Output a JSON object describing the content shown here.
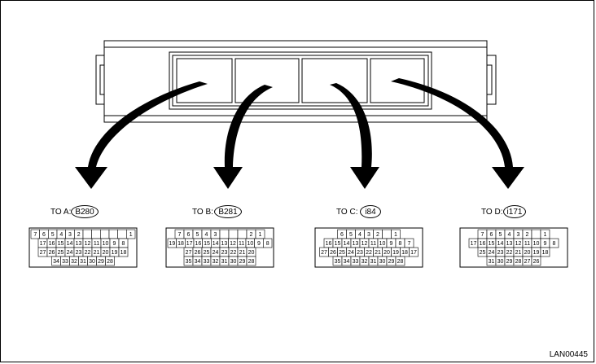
{
  "figure_id": "LAN00445",
  "connectors": [
    {
      "label": "TO A:",
      "code": "B280",
      "rows": [
        [
          "7",
          "6",
          "5",
          "4",
          "3",
          "2",
          "",
          "",
          "",
          "",
          "",
          "1"
        ],
        [
          "17",
          "16",
          "15",
          "14",
          "13",
          "12",
          "11",
          "10",
          "9",
          "8"
        ],
        [
          "27",
          "26",
          "25",
          "24",
          "23",
          "22",
          "21",
          "20",
          "19",
          "18"
        ],
        [
          "34",
          "33",
          "32",
          "31",
          "30",
          "29",
          "28"
        ]
      ]
    },
    {
      "label": "TO B:",
      "code": "B281",
      "rows": [
        [
          "7",
          "6",
          "5",
          "4",
          "3",
          "",
          "",
          "",
          "2",
          "1"
        ],
        [
          "19",
          "18",
          "17",
          "16",
          "15",
          "14",
          "13",
          "12",
          "11",
          "10",
          "9",
          "8"
        ],
        [
          "27",
          "26",
          "25",
          "24",
          "23",
          "22",
          "21",
          "20"
        ],
        [
          "35",
          "34",
          "33",
          "32",
          "31",
          "30",
          "29",
          "28"
        ]
      ]
    },
    {
      "label": "TO C:",
      "code": "i84",
      "rows": [
        [
          "6",
          "5",
          "4",
          "3",
          "2",
          "",
          "1"
        ],
        [
          "16",
          "15",
          "14",
          "13",
          "12",
          "11",
          "10",
          "9",
          "8",
          "7"
        ],
        [
          "27",
          "26",
          "25",
          "24",
          "23",
          "22",
          "21",
          "20",
          "19",
          "18",
          "17"
        ],
        [
          "35",
          "34",
          "33",
          "32",
          "31",
          "30",
          "29",
          "28"
        ]
      ]
    },
    {
      "label": "TO D:",
      "code": "i171",
      "rows": [
        [
          "7",
          "6",
          "5",
          "4",
          "3",
          "2",
          "",
          "1"
        ],
        [
          "17",
          "16",
          "15",
          "14",
          "13",
          "12",
          "11",
          "10",
          "9",
          "8"
        ],
        [
          "25",
          "24",
          "23",
          "22",
          "21",
          "20",
          "19",
          "18"
        ],
        [
          "31",
          "30",
          "29",
          "28",
          "27",
          "26"
        ]
      ]
    }
  ]
}
